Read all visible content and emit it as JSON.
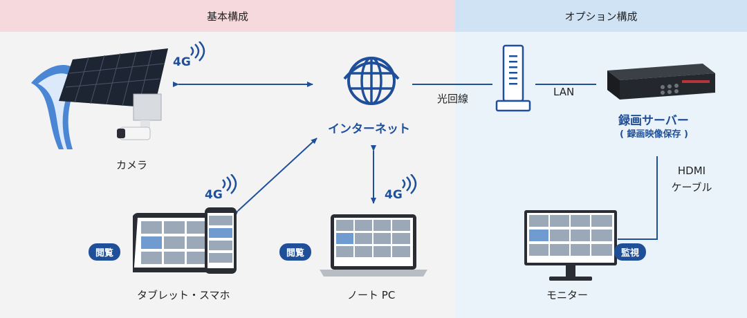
{
  "header": {
    "basic": "基本構成",
    "option": "オプション構成"
  },
  "nodes": {
    "internet": "インターネット",
    "camera": "カメラ",
    "tablet": "タブレット・スマホ",
    "notebook": "ノート PC",
    "monitor": "モニター",
    "recorder_title": "録画サーバー",
    "recorder_sub": "( 録画映像保存 )"
  },
  "links": {
    "fiber": "光回線",
    "lan": "LAN",
    "hdmi_line1": "HDMI",
    "hdmi_line2": "ケーブル"
  },
  "signal": {
    "camera": "4G",
    "tablet": "4G",
    "notebook": "4G"
  },
  "badges": {
    "tablet": "閲覧",
    "notebook": "閲覧",
    "monitor": "監視"
  },
  "colors": {
    "accent_blue": "#1f4f99",
    "header_basic": "#f6d9dc",
    "header_option": "#cfe3f5"
  }
}
